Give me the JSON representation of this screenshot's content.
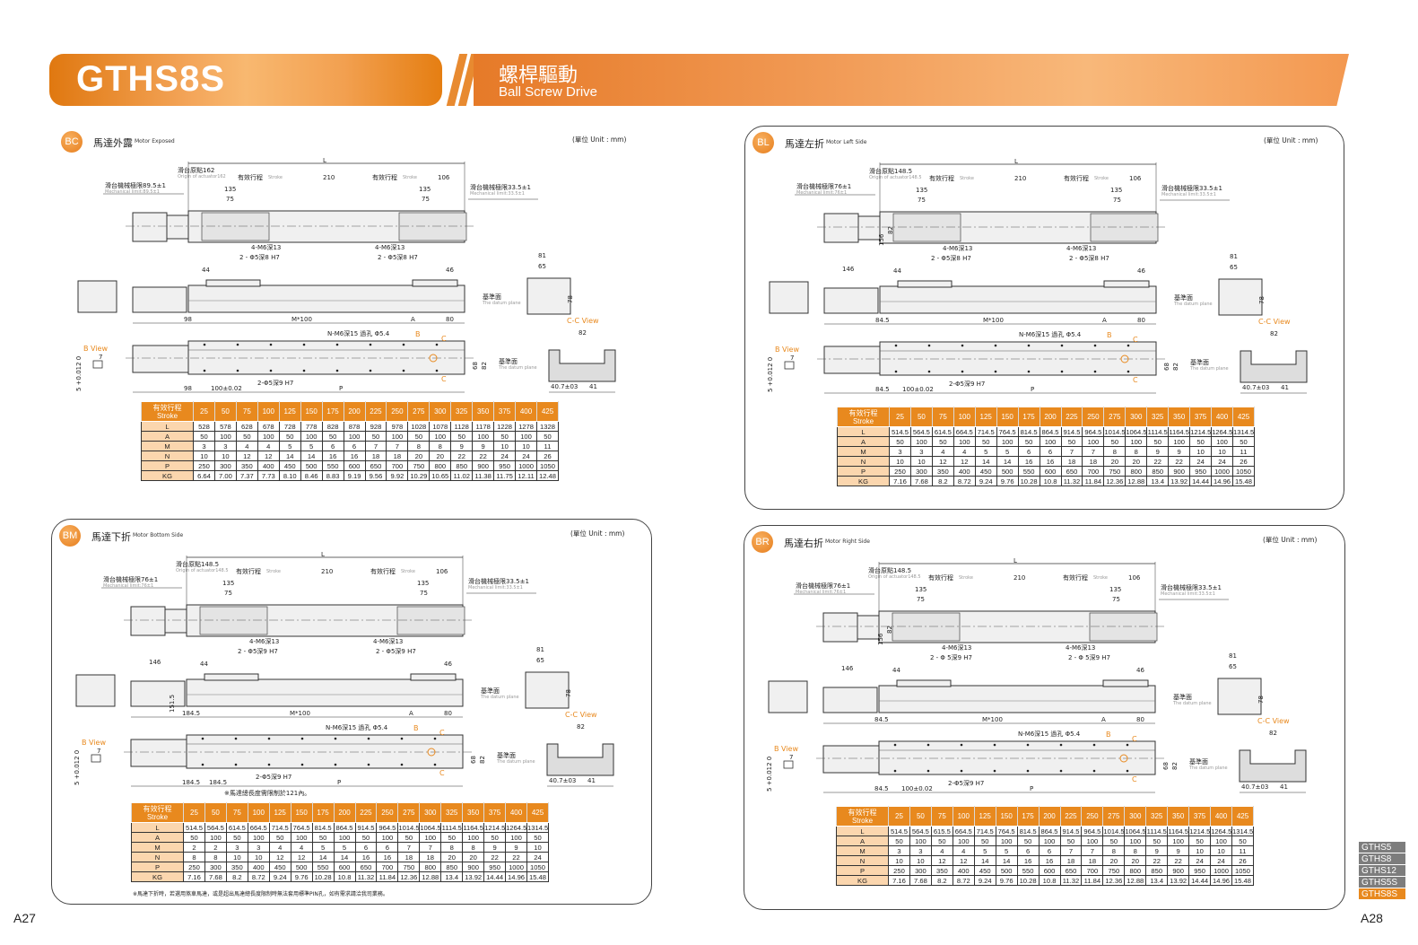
{
  "header": {
    "model": "GTHS8S",
    "title_zh": "螺桿驅動",
    "title_en": "Ball Screw Drive"
  },
  "colors": {
    "accent": "#e8891e",
    "row_header": "#fbd6ae",
    "series_bg": "#7d7d7d"
  },
  "panels": [
    {
      "id": "bc",
      "badge": "BC",
      "title_zh": "馬達外露",
      "title_en": "Motor Exposed",
      "unit": "(單位 Unit : mm)",
      "boxed": false,
      "dims": {
        "L": "L",
        "origin_zh": "滑台原點162",
        "origin_en": "Origin of actuator162",
        "stroke_zh": "有效行程",
        "stroke_en": "Stroke",
        "d210": "210",
        "d106": "106",
        "mech_left_zh": "滑台機械極限89.5±1",
        "mech_left_en": "Mechanical limit:89.5±1",
        "mech_right_zh": "滑台機械極限33.5±1",
        "mech_right_en": "Mechanical limit:33.5±1",
        "d135": "135",
        "d75": "75",
        "tap": "4-M6深13",
        "pin": "2 - Φ5深8  H7",
        "d44": "44",
        "d46": "46",
        "d81": "81",
        "d65": "65",
        "d78": "78",
        "datum_zh": "基準面",
        "datum_en": "The datum plane",
        "cc_view": "C-C View",
        "d98": "98",
        "m100": "M*100",
        "a": "A",
        "d80": "80",
        "nm6": "N-M6深15 過孔 Φ5.4",
        "b": "B",
        "c": "C",
        "d82": "82",
        "d68": "68",
        "bview": "B View",
        "b7": "7",
        "tol": "5 +0.012 0",
        "b8": "8深",
        "pin2": "2-Φ5深9 H7",
        "d100": "100±0.02",
        "p": "P",
        "d40": "40.7±03",
        "d41": "41"
      },
      "table": {
        "header": "有效行程 Stroke",
        "strokes": [
          "25",
          "50",
          "75",
          "100",
          "125",
          "150",
          "175",
          "200",
          "225",
          "250",
          "275",
          "300",
          "325",
          "350",
          "375",
          "400",
          "425"
        ],
        "rows": [
          {
            "k": "L",
            "v": [
              "528",
              "578",
              "628",
              "678",
              "728",
              "778",
              "828",
              "878",
              "928",
              "978",
              "1028",
              "1078",
              "1128",
              "1178",
              "1228",
              "1278",
              "1328"
            ]
          },
          {
            "k": "A",
            "v": [
              "50",
              "100",
              "50",
              "100",
              "50",
              "100",
              "50",
              "100",
              "50",
              "100",
              "50",
              "100",
              "50",
              "100",
              "50",
              "100",
              "50"
            ]
          },
          {
            "k": "M",
            "v": [
              "3",
              "3",
              "4",
              "4",
              "5",
              "5",
              "6",
              "6",
              "7",
              "7",
              "8",
              "8",
              "9",
              "9",
              "10",
              "10",
              "11"
            ]
          },
          {
            "k": "N",
            "v": [
              "10",
              "10",
              "12",
              "12",
              "14",
              "14",
              "16",
              "16",
              "18",
              "18",
              "20",
              "20",
              "22",
              "22",
              "24",
              "24",
              "26"
            ]
          },
          {
            "k": "P",
            "v": [
              "250",
              "300",
              "350",
              "400",
              "450",
              "500",
              "550",
              "600",
              "650",
              "700",
              "750",
              "800",
              "850",
              "900",
              "950",
              "1000",
              "1050"
            ]
          },
          {
            "k": "KG",
            "v": [
              "6.64",
              "7.00",
              "7.37",
              "7.73",
              "8.10",
              "8.46",
              "8.83",
              "9.19",
              "9.56",
              "9.92",
              "10.29",
              "10.65",
              "11.02",
              "11.38",
              "11.75",
              "12.11",
              "12.48"
            ]
          }
        ]
      }
    },
    {
      "id": "bl",
      "badge": "BL",
      "title_zh": "馬達左折",
      "title_en": "Motor Left Side",
      "unit": "(單位 Unit : mm)",
      "boxed": true,
      "dims": {
        "L": "L",
        "origin_zh": "滑台原點148.5",
        "origin_en": "Origin of actuator148.5",
        "stroke_zh": "有效行程",
        "stroke_en": "Stroke",
        "d210": "210",
        "d106": "106",
        "mech_left_zh": "滑台機械極限76±1",
        "mech_left_en": "Mechanical limit:76±1",
        "mech_right_zh": "滑台機械極限33.5±1",
        "mech_right_en": "Mechanical limit:33.5±1",
        "d135": "135",
        "d75": "75",
        "tap": "4-M6深13",
        "pin": "2 - Φ5深8  H7",
        "d44": "44",
        "d46": "46",
        "d81": "81",
        "d65": "65",
        "d78": "78",
        "datum_zh": "基準面",
        "datum_en": "The datum plane",
        "cc_view": "C-C View",
        "d98": "84.5",
        "m100": "M*100",
        "a": "A",
        "d80": "80",
        "nm6": "N-M6深15 過孔 Φ5.4",
        "b": "B",
        "c": "C",
        "d82": "82",
        "d68": "68",
        "bview": "B View",
        "b7": "7",
        "tol": "5 +0.012 0",
        "b8": "8深",
        "pin2": "2-Φ5深9 H7",
        "d100": "100±0.02",
        "p": "P",
        "d40": "40.7±03",
        "d41": "41",
        "h156": "156",
        "h82": "82",
        "w146": "146"
      },
      "table": {
        "header": "有效行程 Stroke",
        "strokes": [
          "25",
          "50",
          "75",
          "100",
          "125",
          "150",
          "175",
          "200",
          "225",
          "250",
          "275",
          "300",
          "325",
          "350",
          "375",
          "400",
          "425"
        ],
        "rows": [
          {
            "k": "L",
            "v": [
              "514.5",
              "564.5",
              "614.5",
              "664.5",
              "714.5",
              "764.5",
              "814.5",
              "864.5",
              "914.5",
              "964.5",
              "1014.5",
              "1064.5",
              "1114.5",
              "1164.5",
              "1214.5",
              "1264.5",
              "1314.5"
            ]
          },
          {
            "k": "A",
            "v": [
              "50",
              "100",
              "50",
              "100",
              "50",
              "100",
              "50",
              "100",
              "50",
              "100",
              "50",
              "100",
              "50",
              "100",
              "50",
              "100",
              "50"
            ]
          },
          {
            "k": "M",
            "v": [
              "3",
              "3",
              "4",
              "4",
              "5",
              "5",
              "6",
              "6",
              "7",
              "7",
              "8",
              "8",
              "9",
              "9",
              "10",
              "10",
              "11"
            ]
          },
          {
            "k": "N",
            "v": [
              "10",
              "10",
              "12",
              "12",
              "14",
              "14",
              "16",
              "16",
              "18",
              "18",
              "20",
              "20",
              "22",
              "22",
              "24",
              "24",
              "26"
            ]
          },
          {
            "k": "P",
            "v": [
              "250",
              "300",
              "350",
              "400",
              "450",
              "500",
              "550",
              "600",
              "650",
              "700",
              "750",
              "800",
              "850",
              "900",
              "950",
              "1000",
              "1050"
            ]
          },
          {
            "k": "KG",
            "v": [
              "7.16",
              "7.68",
              "8.2",
              "8.72",
              "9.24",
              "9.76",
              "10.28",
              "10.8",
              "11.32",
              "11.84",
              "12.36",
              "12.88",
              "13.4",
              "13.92",
              "14.44",
              "14.96",
              "15.48"
            ]
          }
        ]
      }
    },
    {
      "id": "bm",
      "badge": "BM",
      "title_zh": "馬達下折",
      "title_en": "Motor Bottom Side",
      "unit": "(單位 Unit : mm)",
      "boxed": true,
      "dims": {
        "L": "L",
        "origin_zh": "滑台原點148.5",
        "origin_en": "Origin of actuator148.5",
        "stroke_zh": "有效行程",
        "stroke_en": "Stroke",
        "d210": "210",
        "d106": "106",
        "mech_left_zh": "滑台機械極限76±1",
        "mech_left_en": "Mechanical limit:76±1",
        "mech_right_zh": "滑台機械極限33.5±1",
        "mech_right_en": "Mechanical limit:33.5±1",
        "d135": "135",
        "d75": "75",
        "tap": "4-M6深13",
        "pin": "2 - Φ5深9  H7",
        "d44": "44",
        "d46": "46",
        "d81": "81",
        "d65": "65",
        "d78": "78",
        "datum_zh": "基準面",
        "datum_en": "The datum plane",
        "cc_view": "C-C View",
        "d98": "184.5",
        "m100": "M*100",
        "a": "A",
        "d80": "80",
        "nm6": "N-M6深15 過孔 Φ5.4",
        "b": "B",
        "c": "C",
        "d82": "82",
        "d68": "68",
        "bview": "B View",
        "b7": "7",
        "tol": "5 +0.012 0",
        "b8": "8深",
        "pin2": "2-Φ5深9 H7",
        "d100": "184.5",
        "p": "P",
        "d40": "40.7±03",
        "d41": "41",
        "w146": "146",
        "h151": "151.5",
        "motor_note": "※馬達總長度需限制於121內。"
      },
      "table": {
        "header": "有效行程 Stroke",
        "strokes": [
          "25",
          "50",
          "75",
          "100",
          "125",
          "150",
          "175",
          "200",
          "225",
          "250",
          "275",
          "300",
          "325",
          "350",
          "375",
          "400",
          "425"
        ],
        "rows": [
          {
            "k": "L",
            "v": [
              "514.5",
              "564.5",
              "614.5",
              "664.5",
              "714.5",
              "764.5",
              "814.5",
              "864.5",
              "914.5",
              "964.5",
              "1014.5",
              "1064.5",
              "1114.5",
              "1164.5",
              "1214.5",
              "1264.5",
              "1314.5"
            ]
          },
          {
            "k": "A",
            "v": [
              "50",
              "100",
              "50",
              "100",
              "50",
              "100",
              "50",
              "100",
              "50",
              "100",
              "50",
              "100",
              "50",
              "100",
              "50",
              "100",
              "50"
            ]
          },
          {
            "k": "M",
            "v": [
              "2",
              "2",
              "3",
              "3",
              "4",
              "4",
              "5",
              "5",
              "6",
              "6",
              "7",
              "7",
              "8",
              "8",
              "9",
              "9",
              "10"
            ]
          },
          {
            "k": "N",
            "v": [
              "8",
              "8",
              "10",
              "10",
              "12",
              "12",
              "14",
              "14",
              "16",
              "16",
              "18",
              "18",
              "20",
              "20",
              "22",
              "22",
              "24"
            ]
          },
          {
            "k": "P",
            "v": [
              "250",
              "300",
              "350",
              "400",
              "450",
              "500",
              "550",
              "600",
              "650",
              "700",
              "750",
              "800",
              "850",
              "900",
              "950",
              "1000",
              "1050"
            ]
          },
          {
            "k": "KG",
            "v": [
              "7.16",
              "7.68",
              "8.2",
              "8.72",
              "9.24",
              "9.76",
              "10.28",
              "10.8",
              "11.32",
              "11.84",
              "12.36",
              "12.88",
              "13.4",
              "13.92",
              "14.44",
              "14.96",
              "15.48"
            ]
          }
        ]
      },
      "note": "※馬達下折時，若選用煞車馬達，或是超出馬達總長度限制時無法套用標準PIN孔，如有需求請洽我司業務。"
    },
    {
      "id": "br",
      "badge": "BR",
      "title_zh": "馬達右折",
      "title_en": "Motor Right Side",
      "unit": "(單位 Unit : mm)",
      "boxed": true,
      "dims": {
        "L": "L",
        "origin_zh": "滑台原點148.5",
        "origin_en": "Origin of actuator148.5",
        "stroke_zh": "有效行程",
        "stroke_en": "Stroke",
        "d210": "210",
        "d106": "106",
        "mech_left_zh": "滑台機械極限76±1",
        "mech_left_en": "Mechanical limit:76±1",
        "mech_right_zh": "滑台機械極限33.5±1",
        "mech_right_en": "Mechanical limit:33.5±1",
        "d135": "135",
        "d75": "75",
        "tap": "4-M6深13",
        "pin": "2 - Φ 5深9  H7",
        "d44": "44",
        "d46": "46",
        "d81": "81",
        "d65": "65",
        "d78": "78",
        "datum_zh": "基準面",
        "datum_en": "The datum plane",
        "cc_view": "C-C View",
        "d98": "84.5",
        "m100": "M*100",
        "a": "A",
        "d80": "80",
        "nm6": "N-M6深15 過孔 Φ5.4",
        "b": "B",
        "c": "C",
        "d82": "82",
        "d68": "68",
        "bview": "B View",
        "b7": "7",
        "tol": "5 +0.012 0",
        "b8": "8深",
        "pin2": "2-Φ5深9 H7",
        "d100": "100±0.02",
        "p": "P",
        "d40": "40.7±03",
        "d41": "41",
        "h156": "156",
        "h82": "82",
        "w146": "146"
      },
      "table": {
        "header": "有效行程 Stroke",
        "strokes": [
          "25",
          "50",
          "75",
          "100",
          "125",
          "150",
          "175",
          "200",
          "225",
          "250",
          "275",
          "300",
          "325",
          "350",
          "375",
          "400",
          "425"
        ],
        "rows": [
          {
            "k": "L",
            "v": [
              "514.5",
              "564.5",
              "615.5",
              "664.5",
              "714.5",
              "764.5",
              "814.5",
              "864.5",
              "914.5",
              "964.5",
              "1014.5",
              "1064.5",
              "1114.5",
              "1164.5",
              "1214.5",
              "1264.5",
              "1314.5"
            ]
          },
          {
            "k": "A",
            "v": [
              "50",
              "100",
              "50",
              "100",
              "50",
              "100",
              "50",
              "100",
              "50",
              "100",
              "50",
              "100",
              "50",
              "100",
              "50",
              "100",
              "50"
            ]
          },
          {
            "k": "M",
            "v": [
              "3",
              "3",
              "4",
              "4",
              "5",
              "5",
              "6",
              "6",
              "7",
              "7",
              "8",
              "8",
              "9",
              "9",
              "10",
              "10",
              "11"
            ]
          },
          {
            "k": "N",
            "v": [
              "10",
              "10",
              "12",
              "12",
              "14",
              "14",
              "16",
              "16",
              "18",
              "18",
              "20",
              "20",
              "22",
              "22",
              "24",
              "24",
              "26"
            ]
          },
          {
            "k": "P",
            "v": [
              "250",
              "300",
              "350",
              "400",
              "450",
              "500",
              "550",
              "600",
              "650",
              "700",
              "750",
              "800",
              "850",
              "900",
              "950",
              "1000",
              "1050"
            ]
          },
          {
            "k": "KG",
            "v": [
              "7.16",
              "7.68",
              "8.2",
              "8.72",
              "9.24",
              "9.76",
              "10.28",
              "10.8",
              "11.32",
              "11.84",
              "12.36",
              "12.88",
              "13.4",
              "13.92",
              "14.44",
              "14.96",
              "15.48"
            ]
          }
        ]
      }
    }
  ],
  "series": [
    {
      "label": "GTHS5",
      "active": false
    },
    {
      "label": "GTHS8",
      "active": false
    },
    {
      "label": "GTHS12",
      "active": false
    },
    {
      "label": "GTHS5S",
      "active": false
    },
    {
      "label": "GTHS8S",
      "active": true
    }
  ],
  "footer": {
    "left_page": "A27",
    "right_page": "A28"
  }
}
